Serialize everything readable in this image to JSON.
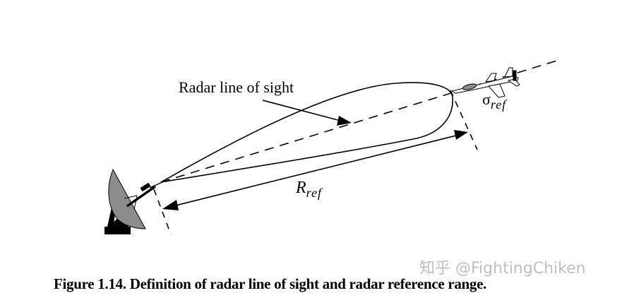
{
  "diagram": {
    "labels": {
      "line_of_sight": "Radar line of sight",
      "sigma_symbol": "σ",
      "sigma_subscript": "ref",
      "range_symbol": "R",
      "range_subscript": "ref"
    },
    "elements": [
      "radar-dish-antenna",
      "antenna-beam-lobe",
      "line-of-sight-dashed-line",
      "range-dimension-arrow",
      "target-aircraft"
    ],
    "colors": {
      "lines": "#000000",
      "dish_fill": "#8c8c8c",
      "background": "#ffffff"
    }
  },
  "caption": {
    "text": "Figure 1.14. Definition of radar line of sight and radar reference range."
  },
  "watermark": {
    "text": "知乎 @FightingChiken"
  }
}
